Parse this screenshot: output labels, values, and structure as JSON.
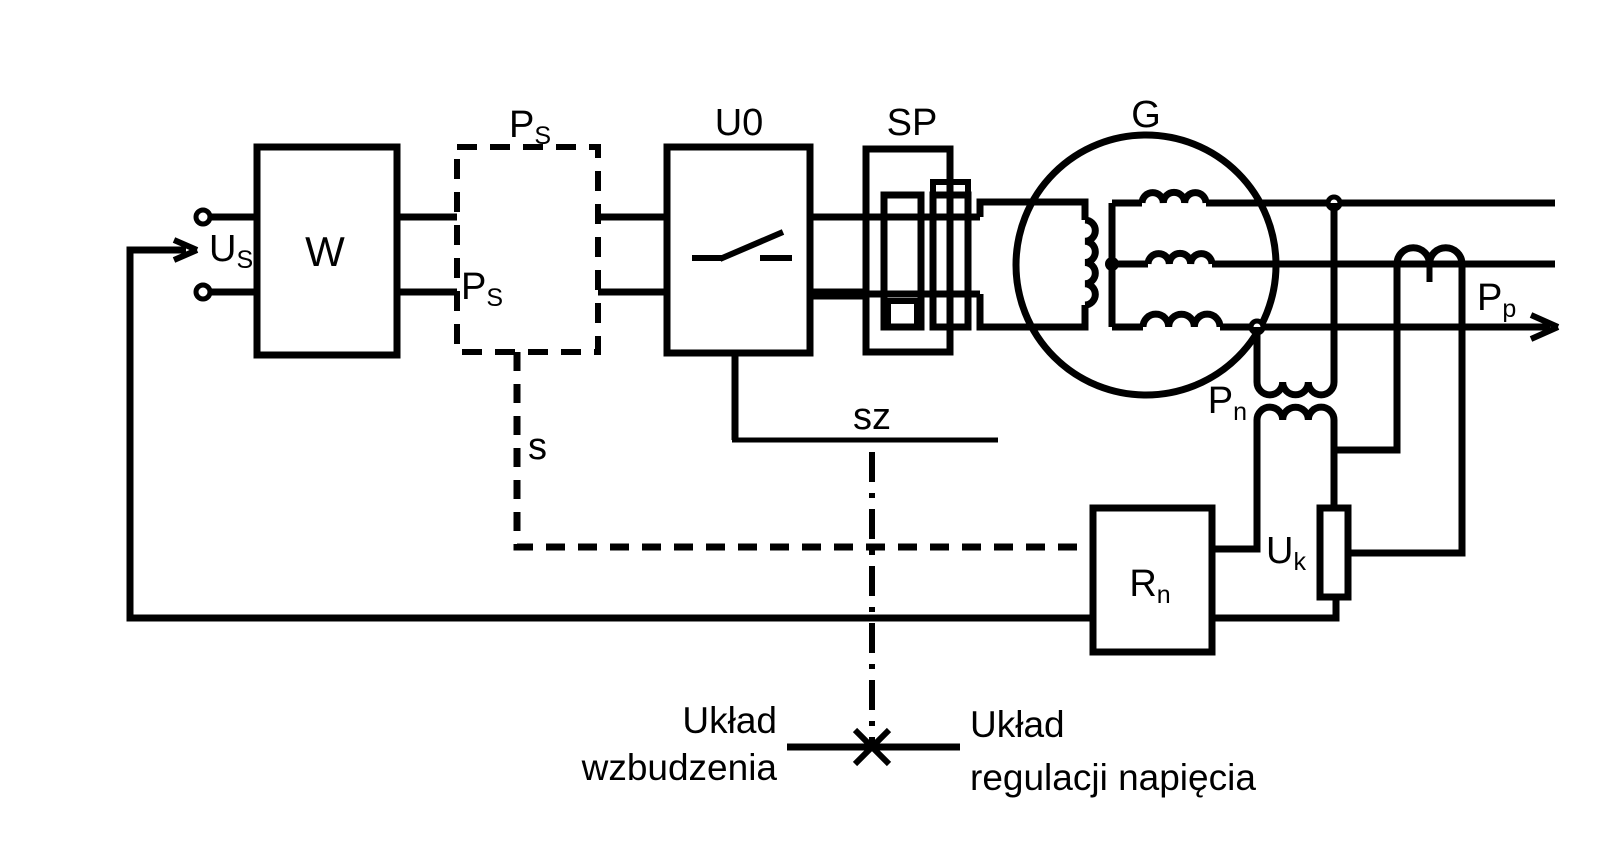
{
  "colors": {
    "line": "#000000",
    "background": "#ffffff"
  },
  "labels": {
    "us": {
      "main": "U",
      "sub": "S"
    },
    "w": {
      "main": "W",
      "sub": ""
    },
    "ps_top": {
      "main": "P",
      "sub": "S"
    },
    "ps_inner": {
      "main": "P",
      "sub": "S"
    },
    "u0": {
      "main": "U0",
      "sub": ""
    },
    "sp": {
      "main": "SP",
      "sub": ""
    },
    "g": {
      "main": "G",
      "sub": ""
    },
    "sz": {
      "main": "sz",
      "sub": ""
    },
    "s": {
      "main": "s",
      "sub": ""
    },
    "pp": {
      "main": "P",
      "sub": "p"
    },
    "pn": {
      "main": "P",
      "sub": "n"
    },
    "uk": {
      "main": "U",
      "sub": "k"
    },
    "rn": {
      "main": "R",
      "sub": "n"
    },
    "caption_left": {
      "line1": "Układ",
      "line2": "wzbudzenia"
    },
    "caption_right": {
      "line1": "Układ",
      "line2": "regulacji napięcia"
    }
  }
}
